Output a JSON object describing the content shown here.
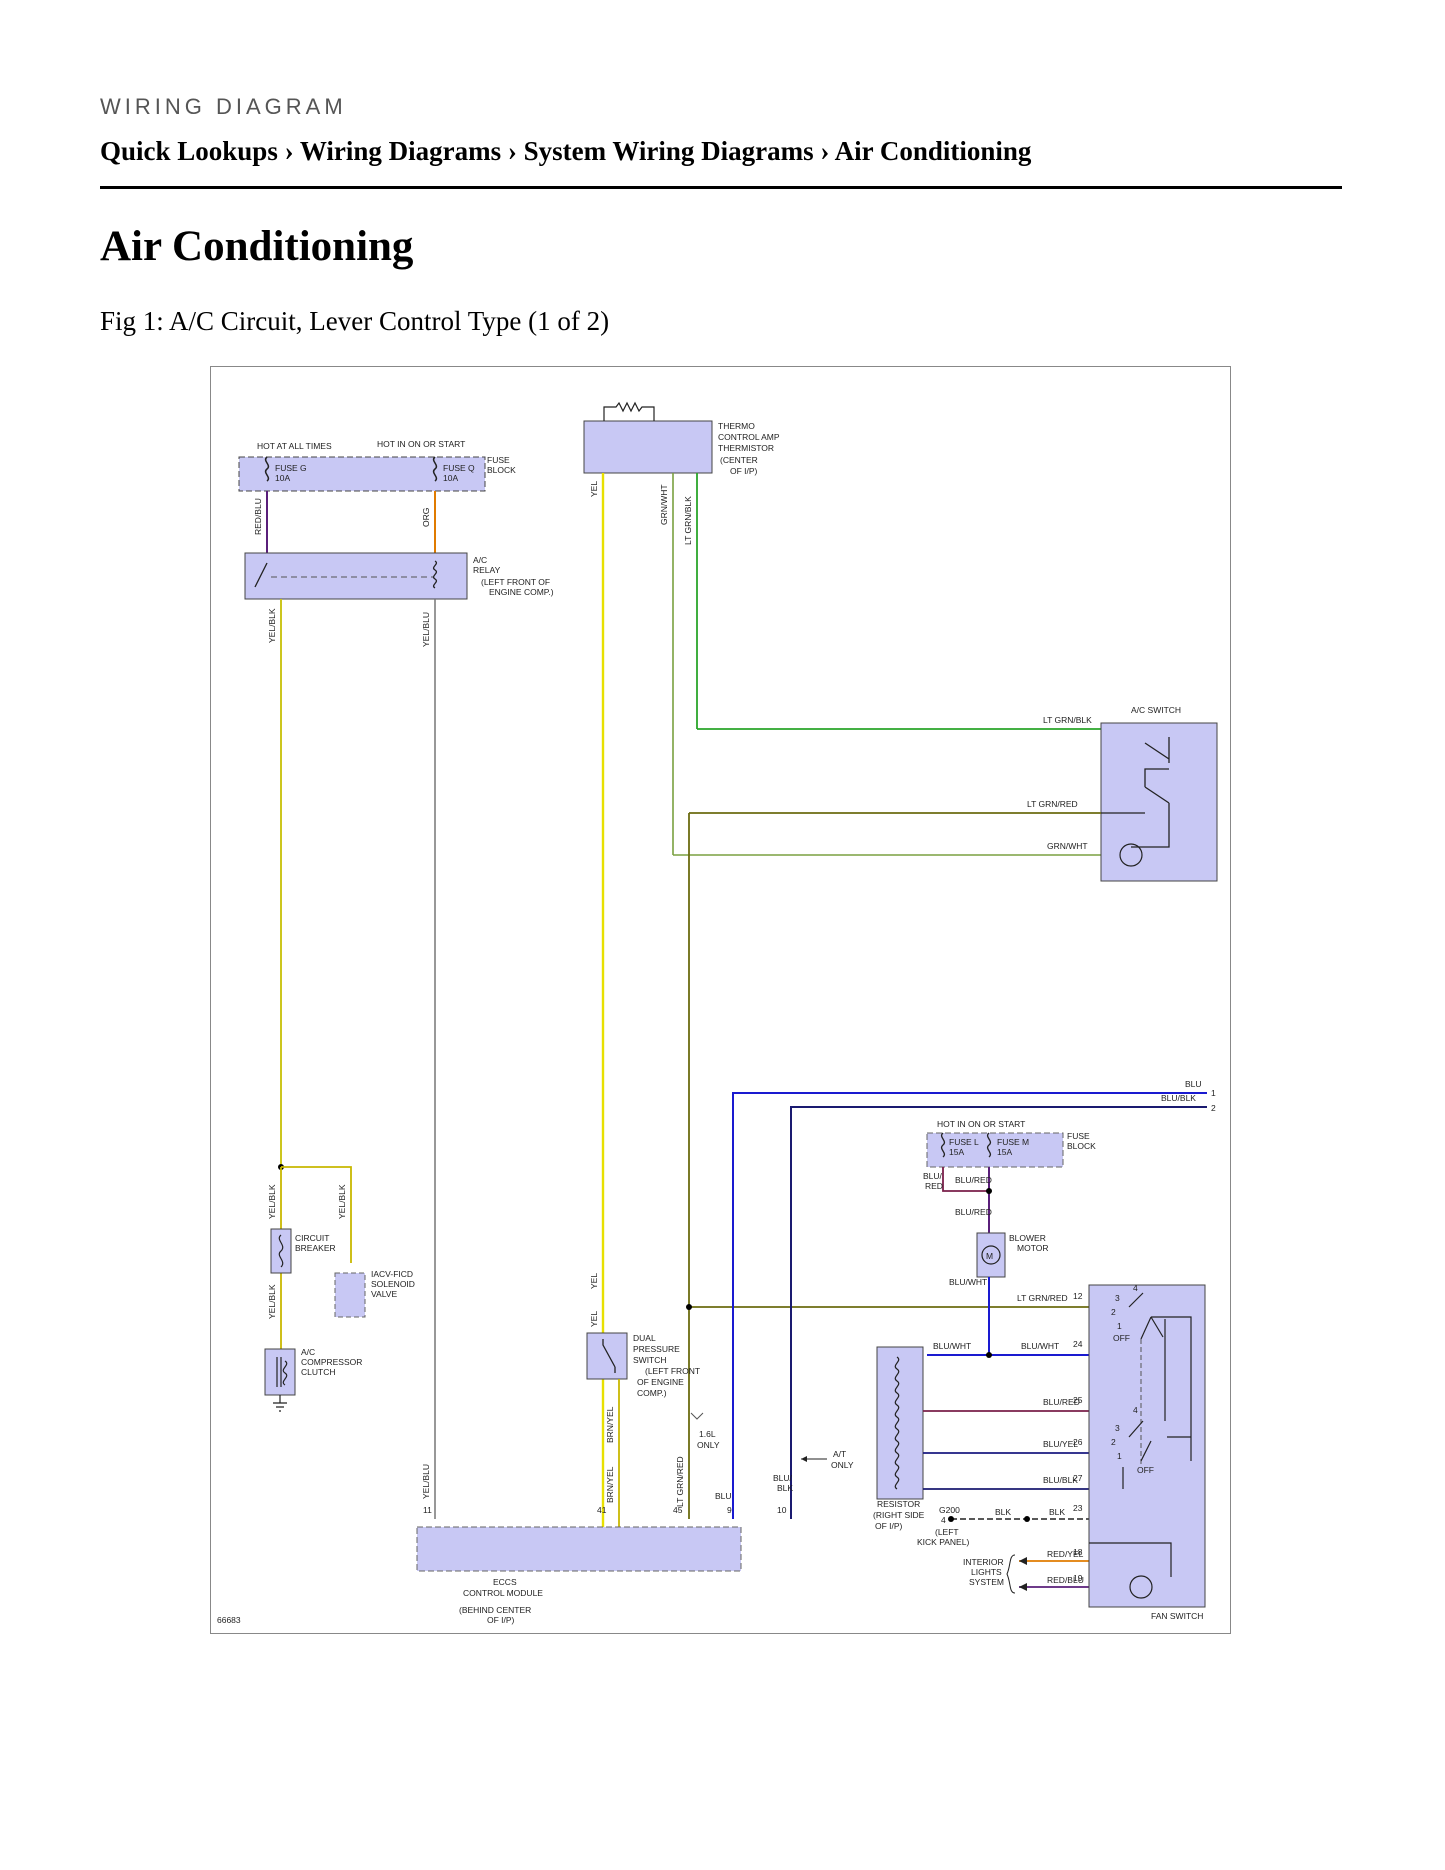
{
  "header": {
    "kicker": "WIRING DIAGRAM",
    "breadcrumb": "Quick Lookups › Wiring Diagrams › System Wiring Diagrams › Air Conditioning"
  },
  "page_title": "Air Conditioning",
  "figure_caption": "Fig 1: A/C Circuit, Lever Control Type (1 of 2)",
  "colors": {
    "component_fill": "#c8c8f4",
    "yel": "#e8e000",
    "org": "#e07b00",
    "red_blu": "#5a1f7a",
    "grn": "#2aa52a",
    "lt_grn_red": "#6b6b10",
    "blu": "#1a1ad0",
    "red": "#b02020"
  },
  "diagram": {
    "hot_at_all_times": "HOT AT ALL TIMES",
    "hot_in_on_or_start": "HOT IN ON OR START",
    "fuse_g": "FUSE G",
    "fuse_g_amps": "10A",
    "fuse_q": "FUSE Q",
    "fuse_q_amps": "10A",
    "fuse_block": [
      "FUSE",
      "BLOCK"
    ],
    "thermo_label": [
      "THERMO",
      "CONTROL AMP",
      "THERMISTOR",
      "(CENTER",
      "OF I/P)"
    ],
    "ac_relay": [
      "A/C",
      "RELAY"
    ],
    "ac_relay_location": [
      "(LEFT FRONT OF",
      "ENGINE COMP.)"
    ],
    "ac_switch": "A/C SWITCH",
    "circuit_breaker": [
      "CIRCUIT",
      "BREAKER"
    ],
    "iacv": [
      "IACV-FICD",
      "SOLENOID",
      "VALVE"
    ],
    "compressor_clutch": [
      "A/C",
      "COMPRESSOR",
      "CLUTCH"
    ],
    "dual_pressure": [
      "DUAL",
      "PRESSURE",
      "SWITCH",
      "(LEFT FRONT",
      "OF ENGINE",
      "COMP.)"
    ],
    "note_16l": [
      "1.6L",
      "ONLY"
    ],
    "note_at": [
      "A/T",
      "ONLY"
    ],
    "eccs": [
      "ECCS",
      "CONTROL MODULE"
    ],
    "eccs_location": [
      "(BEHIND CENTER",
      "OF I/P)"
    ],
    "fuse_l": "FUSE L",
    "fuse_l_amps": "15A",
    "fuse_m": "FUSE M",
    "fuse_m_amps": "15A",
    "blower_motor": [
      "BLOWER",
      "MOTOR"
    ],
    "motor_symbol": "M",
    "resistor": [
      "RESISTOR",
      "(RIGHT SIDE",
      "OF I/P)"
    ],
    "ground": "G200",
    "ground_location": [
      "(LEFT",
      "KICK PANEL)"
    ],
    "interior_lights": [
      "INTERIOR",
      "LIGHTS",
      "SYSTEM"
    ],
    "fan_switch": "FAN SWITCH",
    "switch_off": "OFF",
    "figure_id": "66683",
    "wires": {
      "red_blu": "RED/BLU",
      "org": "ORG",
      "yel": "YEL",
      "grn_wht": "GRN/WHT",
      "lt_grn_blk": "LT GRN/BLK",
      "lt_grn_red": "LT GRN/RED",
      "yel_blk": "YEL/BLK",
      "yel_blu": "YEL/BLU",
      "brn_yel": "BRN/YEL",
      "blu": "BLU",
      "blu_blk": "BLU/BLK",
      "blu_red": "BLU/RED",
      "blu_red_split": [
        "BLU/",
        "RED"
      ],
      "blu_blk_split": [
        "BLU/",
        "BLK"
      ],
      "blu_wht": "BLU/WHT",
      "blu_yel": "BLU/YEL",
      "blk": "BLK",
      "red_yel": "RED/YEL"
    },
    "pins": {
      "p1": "1",
      "p2": "2",
      "p3": "3",
      "p4": "4",
      "p9": "9",
      "p10": "10",
      "p11": "11",
      "p12": "12",
      "p18": "18",
      "p19": "19",
      "p23": "23",
      "p24": "24",
      "p25": "25",
      "p26": "26",
      "p27": "27",
      "p41": "41",
      "p45": "45"
    }
  }
}
